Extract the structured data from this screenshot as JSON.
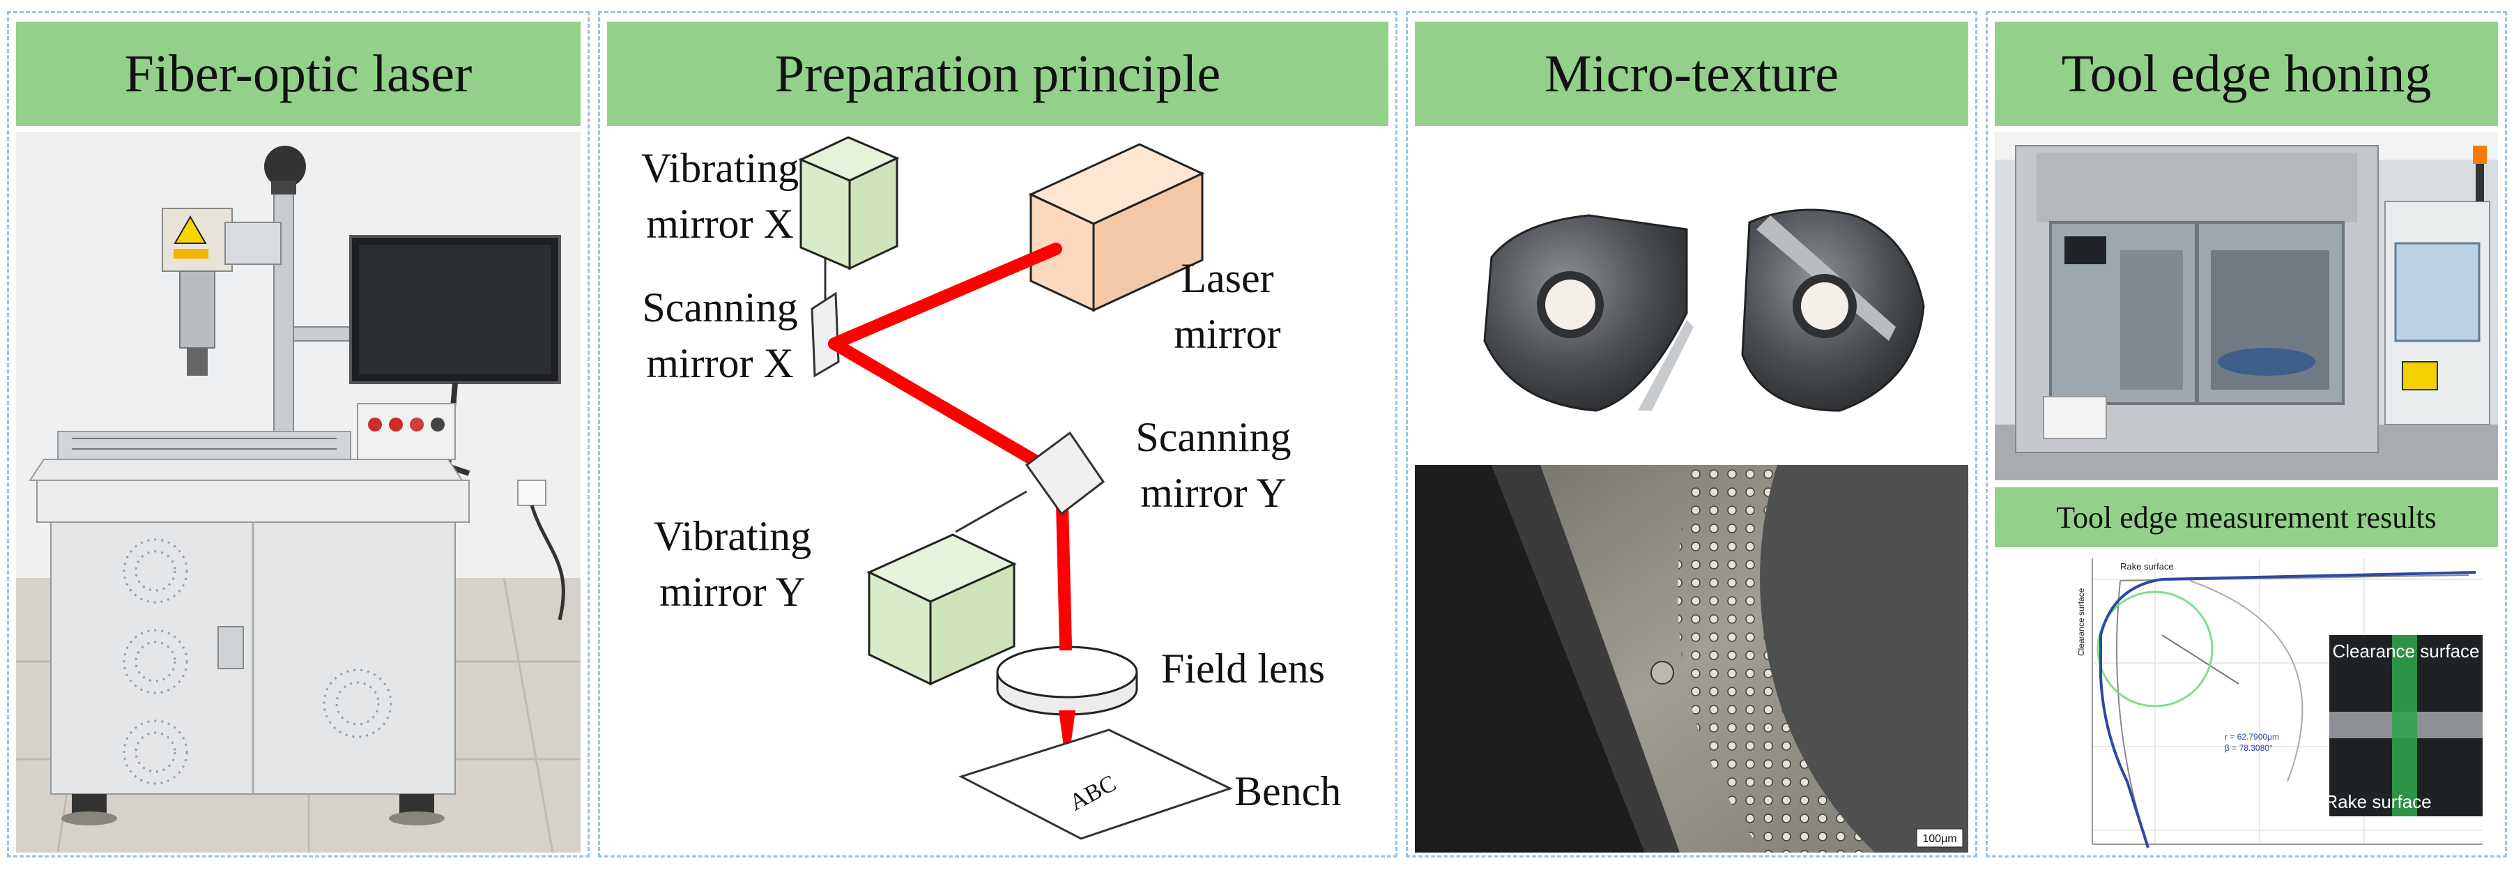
{
  "panels": {
    "laser": {
      "title": "Fiber-optic laser"
    },
    "principle": {
      "title": "Preparation principle",
      "labels": {
        "vib_x_1": "Vibrating",
        "vib_x_2": "mirror X",
        "scan_x_1": "Scanning",
        "scan_x_2": "mirror X",
        "laser_1": "Laser",
        "laser_2": "mirror",
        "scan_y_1": "Scanning",
        "scan_y_2": "mirror Y",
        "vib_y_1": "Vibrating",
        "vib_y_2": "mirror Y",
        "field_lens": "Field lens",
        "bench": "Bench",
        "abc": "ABC"
      }
    },
    "texture": {
      "title": "Micro-texture",
      "scale_bar": "100μm"
    },
    "honing": {
      "title": "Tool edge honing",
      "subtitle": "Tool edge measurement results",
      "plot": {
        "rake_top": "Rake surface",
        "clearance_axis": "Clearance surface",
        "inset_top": "Clearance surface",
        "inset_bottom": "Rake surface",
        "radius": "r = 62.7900μm",
        "angle": "β = 78.3080°"
      }
    }
  },
  "colors": {
    "header_green": "#93d18a",
    "laser_beam": "#ff0000",
    "laser_box": "#fbd9be",
    "mirror_box": "#d9ebc8",
    "divider": "#9cc3e0"
  }
}
